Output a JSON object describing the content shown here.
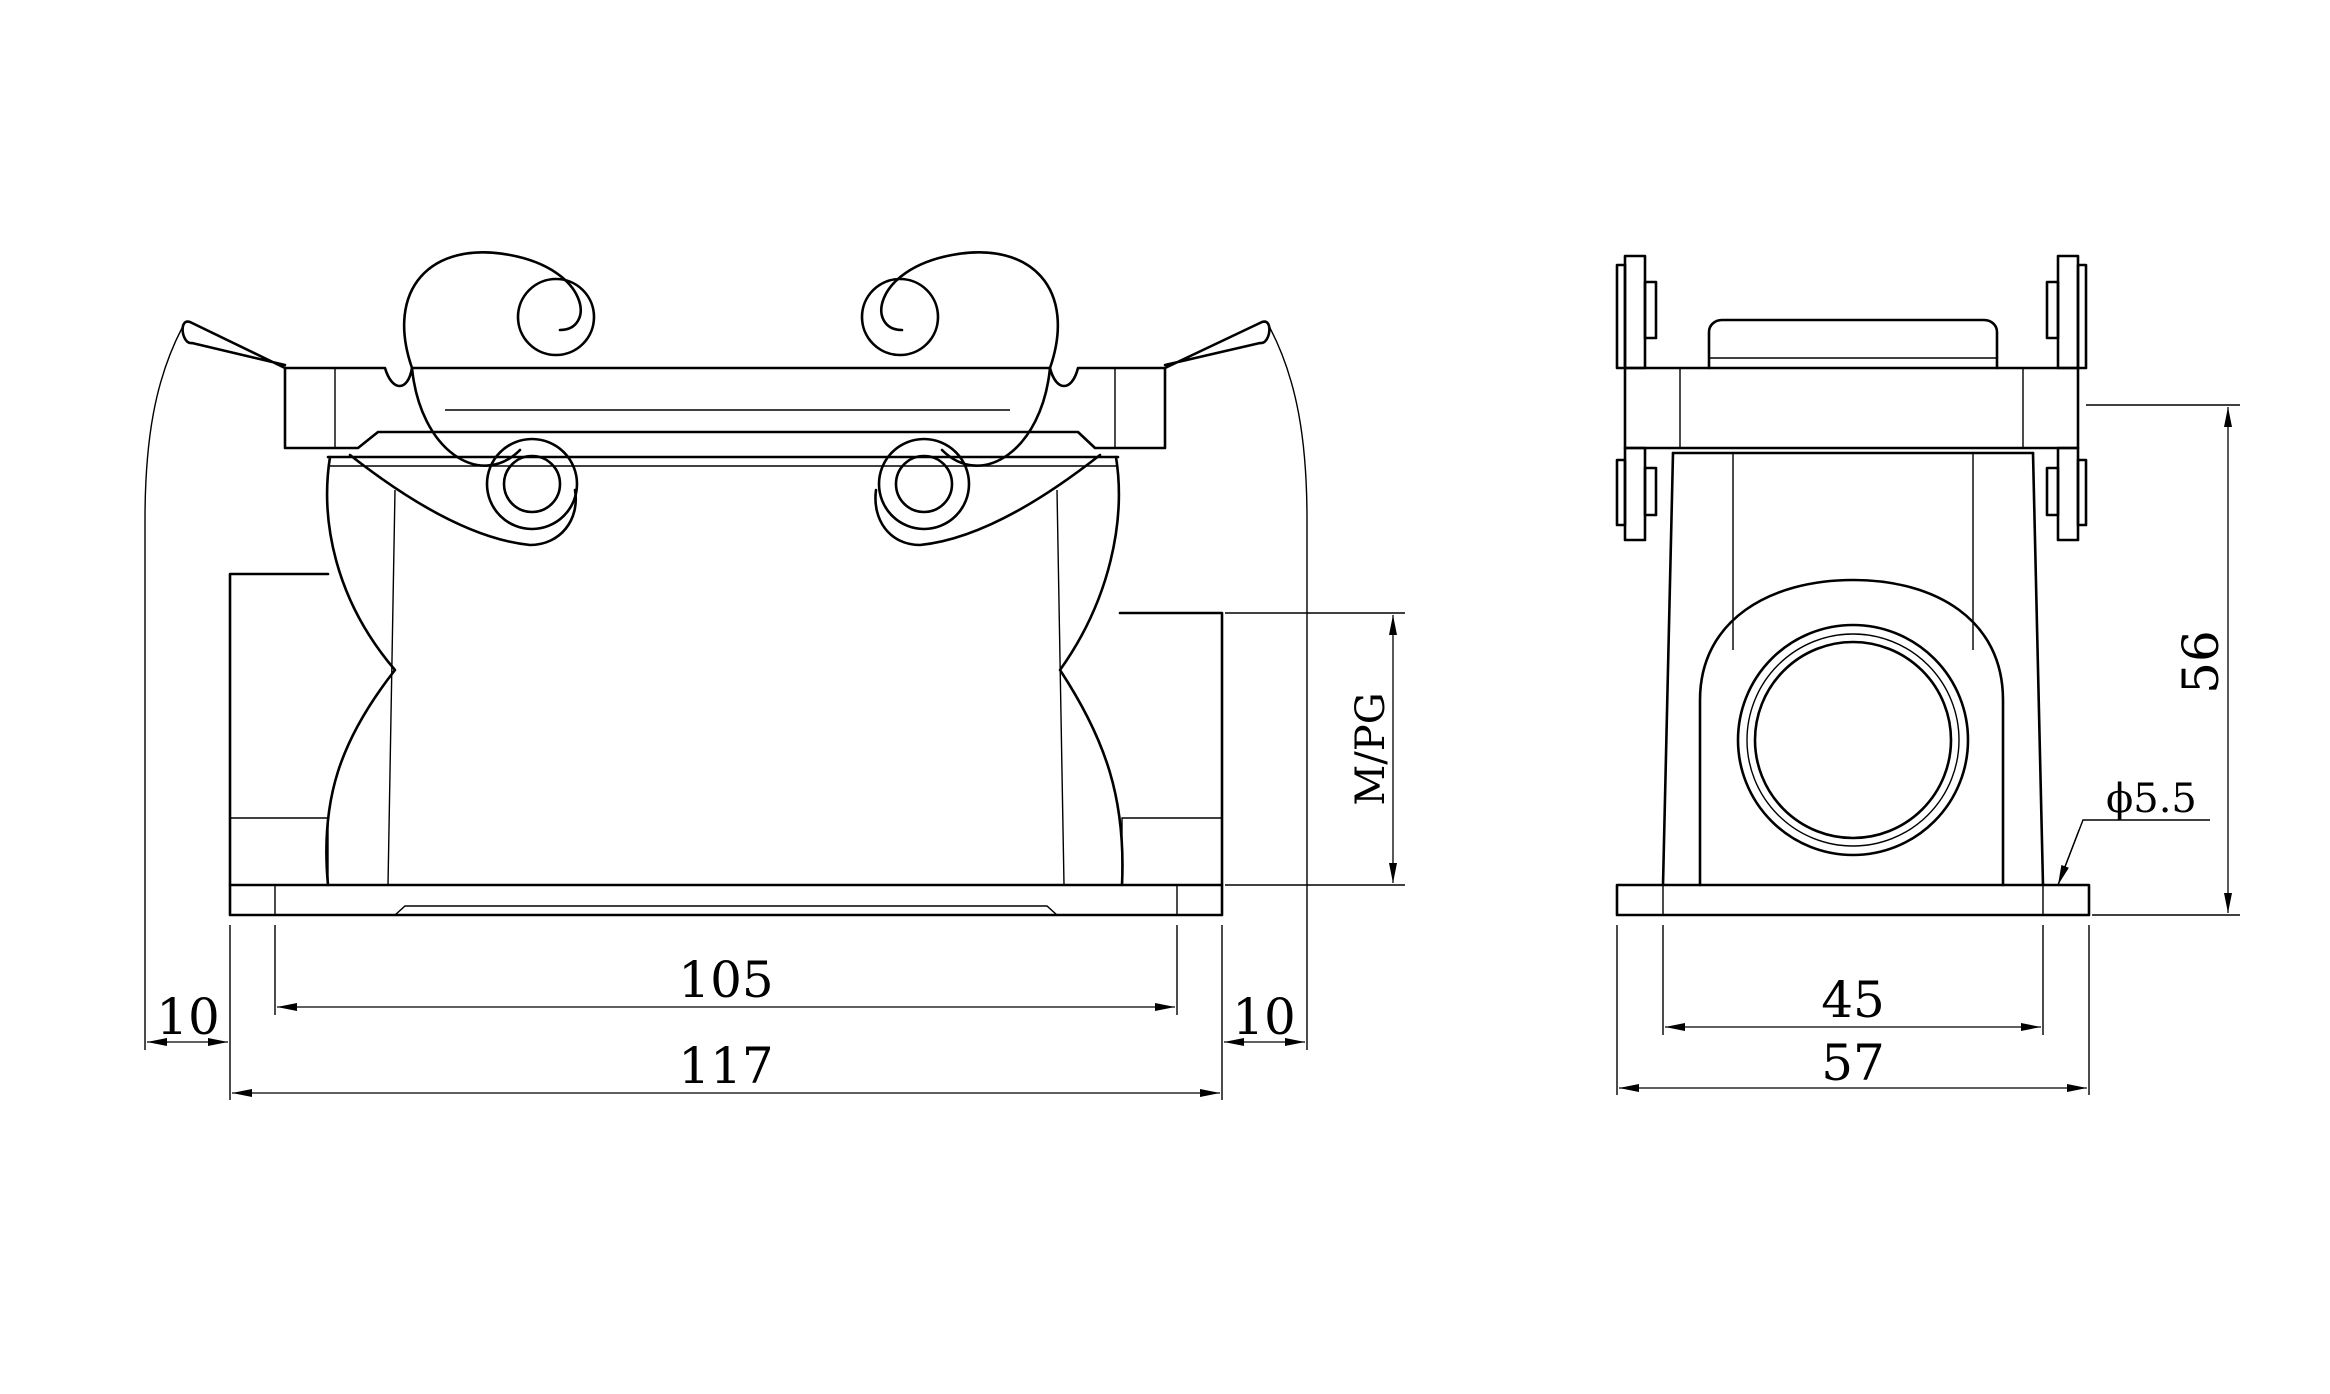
{
  "front_view": {
    "dim_overall_width": "117",
    "dim_mount_hole_spacing": "105",
    "dim_left_clearance": "10",
    "dim_right_clearance": "10",
    "dim_cable_entry": "M/PG"
  },
  "side_view": {
    "dim_overall_depth": "57",
    "dim_mount_hole_spacing": "45",
    "dim_height": "56",
    "dim_hole_diameter": "ϕ5.5"
  }
}
